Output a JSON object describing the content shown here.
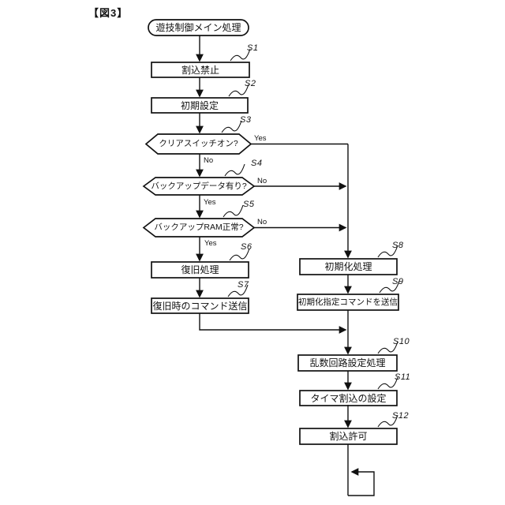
{
  "title": "【図3】",
  "flowchart": {
    "start_label": "遊技制御メイン処理",
    "nodes": {
      "s1": {
        "id": "S1",
        "label": "割込禁止",
        "type": "process"
      },
      "s2": {
        "id": "S2",
        "label": "初期設定",
        "type": "process"
      },
      "s3": {
        "id": "S3",
        "label": "クリアスイッチオン?",
        "type": "decision"
      },
      "s4": {
        "id": "S4",
        "label": "バックアップデータ有り?",
        "type": "decision"
      },
      "s5": {
        "id": "S5",
        "label": "バックアップRAM正常?",
        "type": "decision"
      },
      "s6": {
        "id": "S6",
        "label": "復旧処理",
        "type": "process"
      },
      "s7": {
        "id": "S7",
        "label": "復旧時のコマンド送信",
        "type": "process"
      },
      "s8": {
        "id": "S8",
        "label": "初期化処理",
        "type": "process"
      },
      "s9": {
        "id": "S9",
        "label": "初期化指定コマンドを送信",
        "type": "process"
      },
      "s10": {
        "id": "S10",
        "label": "乱数回路設定処理",
        "type": "process"
      },
      "s11": {
        "id": "S11",
        "label": "タイマ割込の設定",
        "type": "process"
      },
      "s12": {
        "id": "S12",
        "label": "割込許可",
        "type": "process"
      }
    },
    "branches": {
      "s3_yes": "Yes",
      "s3_no": "No",
      "s4_no": "No",
      "s4_yes": "Yes",
      "s5_no": "No",
      "s5_yes": "Yes"
    }
  },
  "colors": {
    "line": "#111111",
    "background": "#ffffff"
  }
}
